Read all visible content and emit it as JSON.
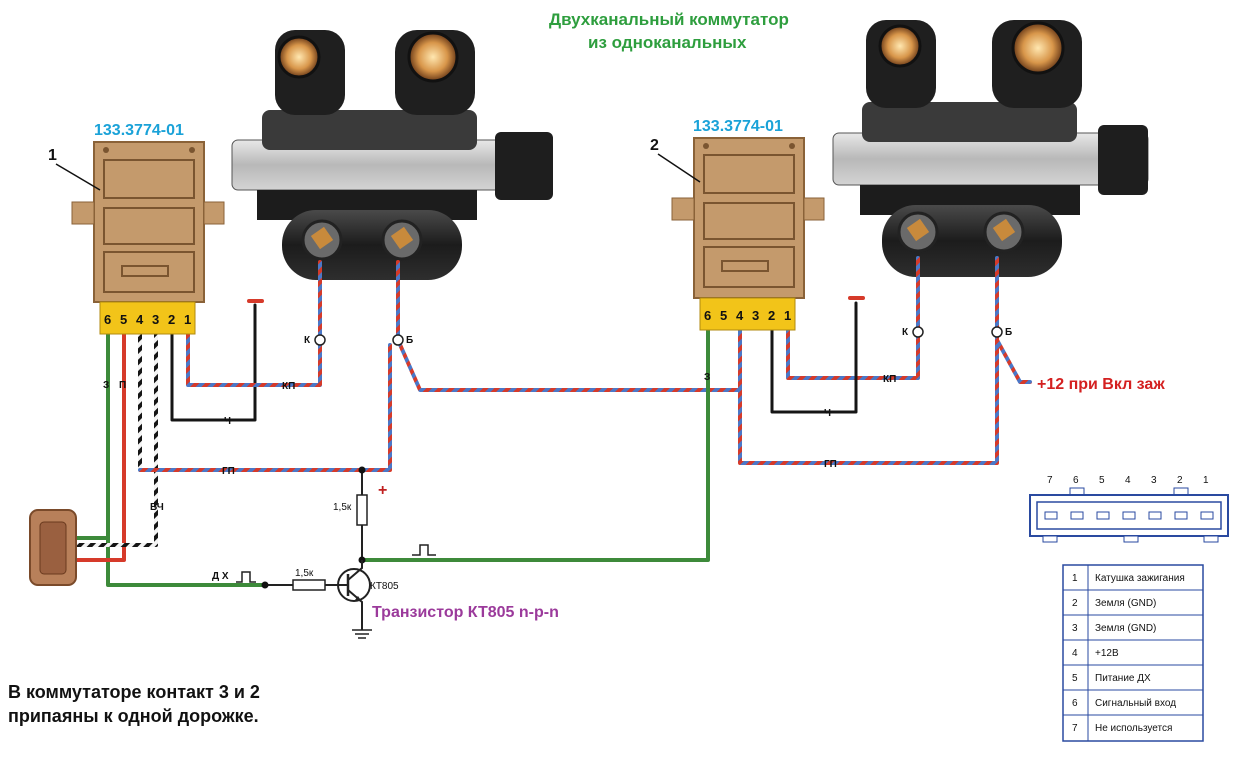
{
  "title": {
    "line1": "Двухканальный коммутатор",
    "line2": "из одноканальных"
  },
  "modules": [
    {
      "id": "1",
      "model": "133.3774-01",
      "pins": [
        "6",
        "5",
        "4",
        "3",
        "2",
        "1"
      ]
    },
    {
      "id": "2",
      "model": "133.3774-01",
      "pins": [
        "6",
        "5",
        "4",
        "3",
        "2",
        "1"
      ]
    }
  ],
  "wire_labels": {
    "z": "З",
    "p": "П",
    "kp": "КП",
    "ch": "Ч",
    "gp": "ГП",
    "bch": "БЧ",
    "k": "К",
    "b": "Б",
    "dh": "Д Х"
  },
  "supply": "+12 при Вкл заж",
  "transistor": {
    "model": "КТ805",
    "caption": "Транзистор КТ805 n-p-n"
  },
  "resistors": {
    "r1": "1,5к",
    "r2": "1,5к"
  },
  "plus_sign": "+",
  "note": {
    "line1": "В коммутаторе контакт 3 и 2",
    "line2": "припаяны к одной дорожке."
  },
  "connector_pins": [
    "7",
    "6",
    "5",
    "4",
    "3",
    "2",
    "1"
  ],
  "pin_table": [
    {
      "num": "1",
      "desc": "Катушка зажигания"
    },
    {
      "num": "2",
      "desc": "Земля (GND)"
    },
    {
      "num": "3",
      "desc": "Земля (GND)"
    },
    {
      "num": "4",
      "desc": "+12В"
    },
    {
      "num": "5",
      "desc": "Питание ДХ"
    },
    {
      "num": "6",
      "desc": "Сигнальный вход"
    },
    {
      "num": "7",
      "desc": "Не используется"
    }
  ],
  "colors": {
    "title": "#2e9e3e",
    "model": "#1aa2d8",
    "supply": "#d42020",
    "transistor": "#9b3a9b",
    "wire_green": "#3d8a3a",
    "wire_red": "#d63a2a",
    "wire_blue": "#4a78c8",
    "wire_black": "#151515",
    "module_body": "#c49a6c",
    "terminal": "#f2c419",
    "coil": "#2a2a2a",
    "connector_line": "#2a4aa0"
  }
}
